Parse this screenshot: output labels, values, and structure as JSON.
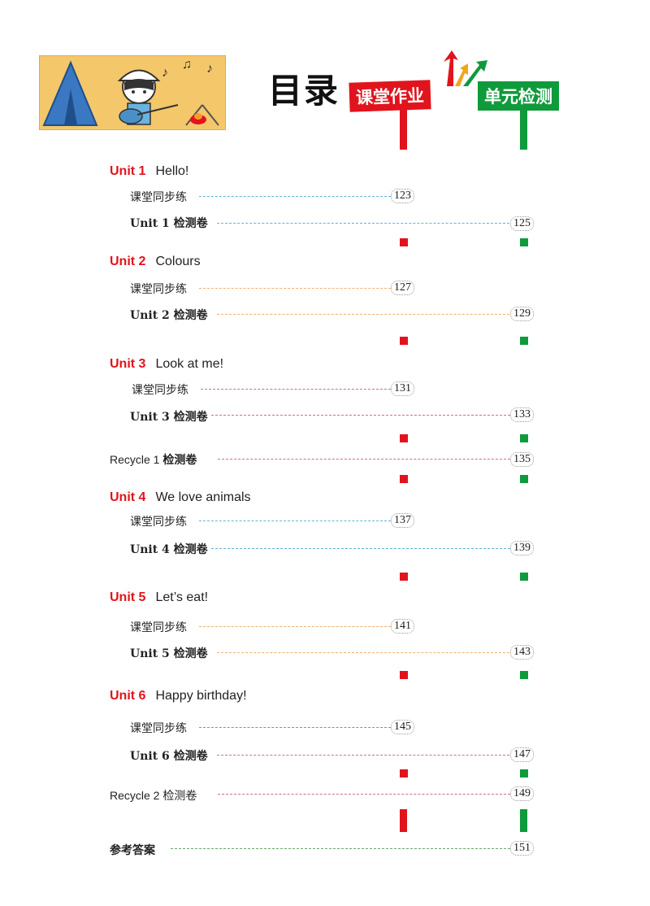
{
  "header": {
    "title": "目录",
    "sign_homework": "课堂作业",
    "sign_test": "单元检测"
  },
  "colors": {
    "red": "#e1141d",
    "green": "#0f9a3c"
  },
  "units": [
    {
      "num": "Unit 1",
      "name": "Hello!",
      "practice_label": "课堂同步练",
      "practice_page": "123",
      "test_label": "Unit 1 检测卷",
      "test_page": "125"
    },
    {
      "num": "Unit 2",
      "name": "Colours",
      "practice_label": "课堂同步练",
      "practice_page": "127",
      "test_label": "Unit 2 检测卷",
      "test_page": "129"
    },
    {
      "num": "Unit 3",
      "name": "Look at me!",
      "practice_label": "课堂同步练",
      "practice_page": "131",
      "test_label": "Unit 3 检测卷",
      "test_page": "133"
    },
    {
      "num": "Unit 4",
      "name": "We love animals",
      "practice_label": "课堂同步练",
      "practice_page": "137",
      "test_label": "Unit 4 检测卷",
      "test_page": "139"
    },
    {
      "num": "Unit 5",
      "name": "Let’s eat!",
      "practice_label": "课堂同步练",
      "practice_page": "141",
      "test_label": "Unit 5 检测卷",
      "test_page": "143"
    },
    {
      "num": "Unit 6",
      "name": "Happy birthday!",
      "practice_label": "课堂同步练",
      "practice_page": "145",
      "test_label": "Unit 6 检测卷",
      "test_page": "147"
    }
  ],
  "recycle1": {
    "label_en": "Recycle 1 ",
    "label_cn": "检测卷",
    "page": "135"
  },
  "recycle2": {
    "label": "Recycle 2 检测卷",
    "page": "149"
  },
  "answers": {
    "label": "参考答案",
    "page": "151"
  }
}
